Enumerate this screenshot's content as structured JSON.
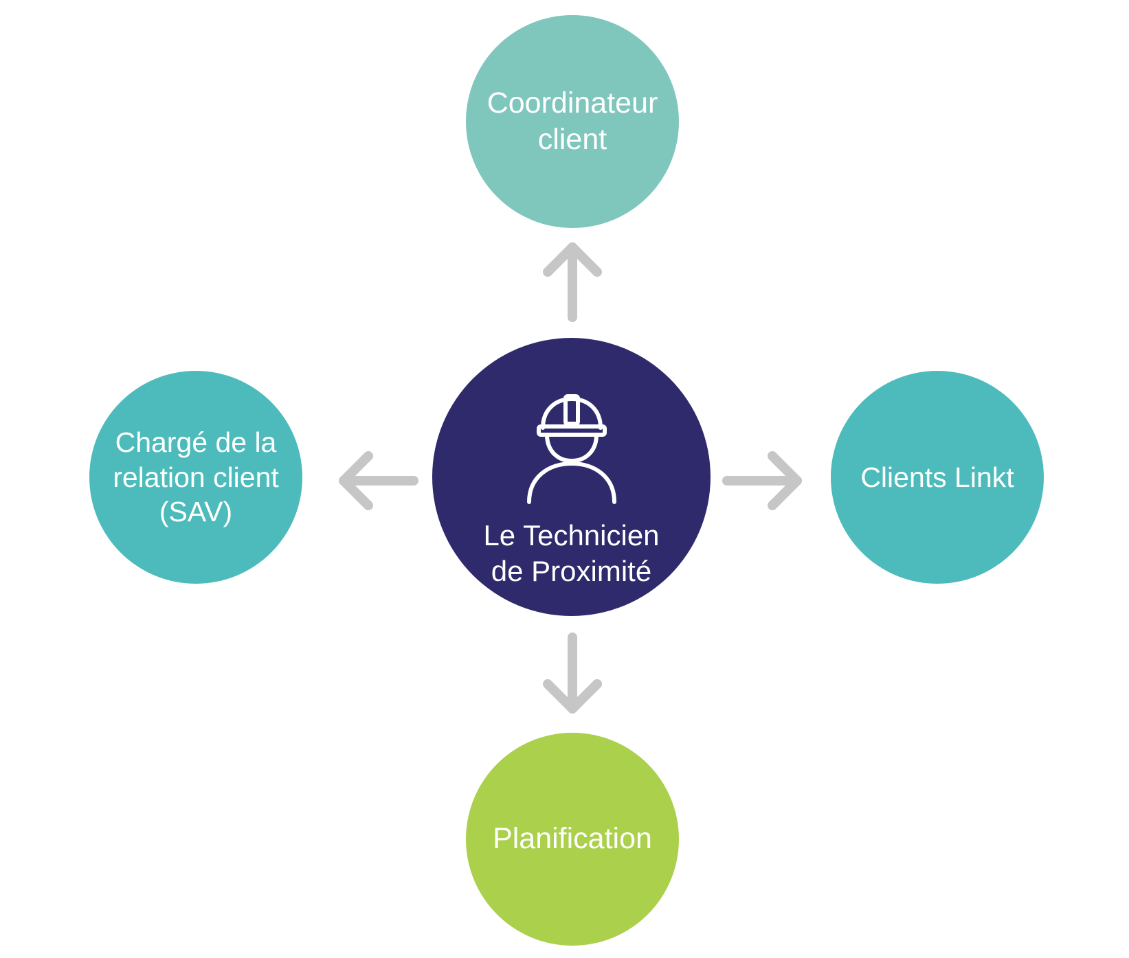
{
  "diagram": {
    "center": {
      "label": "Le Technicien\nde Proximité",
      "icon": "construction-worker-icon",
      "color": "#2e2a6b"
    },
    "nodes": {
      "top": {
        "label": "Coordinateur\nclient",
        "color": "#7fc6bd"
      },
      "left": {
        "label": "Chargé de la\nrelation client\n(SAV)",
        "color": "#4dbbbb"
      },
      "right": {
        "label": "Clients Linkt",
        "color": "#4dbbbb"
      },
      "bottom": {
        "label": "Planification",
        "color": "#aad04c"
      }
    },
    "arrow_color": "#c6c6c6"
  }
}
